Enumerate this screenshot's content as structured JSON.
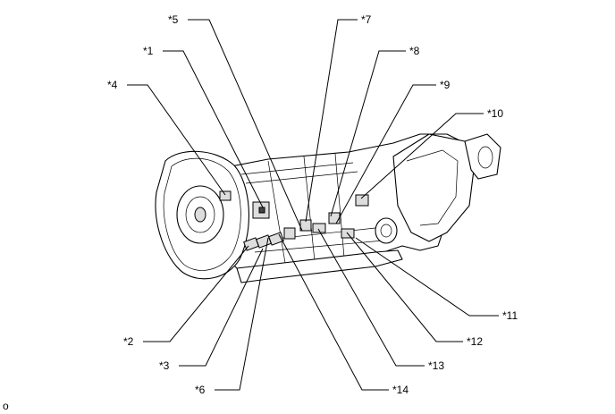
{
  "figure": {
    "corner_mark": "o"
  },
  "callouts": [
    {
      "id": "c5",
      "label": "*5"
    },
    {
      "id": "c7",
      "label": "*7"
    },
    {
      "id": "c1",
      "label": "*1"
    },
    {
      "id": "c8",
      "label": "*8"
    },
    {
      "id": "c4",
      "label": "*4"
    },
    {
      "id": "c9",
      "label": "*9"
    },
    {
      "id": "c10",
      "label": "*10"
    },
    {
      "id": "c11",
      "label": "*11"
    },
    {
      "id": "c2",
      "label": "*2"
    },
    {
      "id": "c12",
      "label": "*12"
    },
    {
      "id": "c3",
      "label": "*3"
    },
    {
      "id": "c13",
      "label": "*13"
    },
    {
      "id": "c6",
      "label": "*6"
    },
    {
      "id": "c14",
      "label": "*14"
    }
  ]
}
